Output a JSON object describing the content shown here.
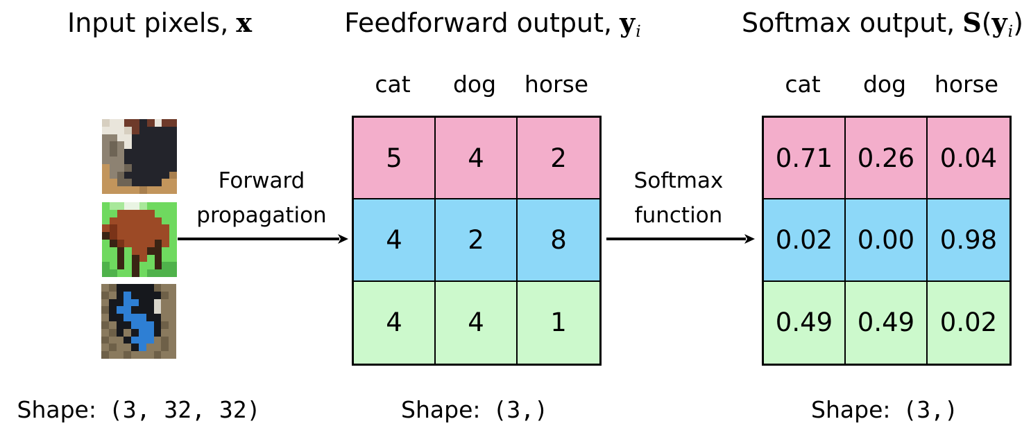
{
  "colors": {
    "row_pink": "#F3AECB",
    "row_blue": "#8DD8F8",
    "row_green": "#CCF9CC",
    "border": "#000000",
    "background": "#FFFFFF"
  },
  "input_panel": {
    "title_text": "Input pixels,",
    "title_math": "x",
    "shape_label": "Shape:",
    "shape_value": "(3, 32, 32)",
    "images": [
      {
        "name": "cat",
        "palette": {
          "l": "#d7cfc0",
          "w": "#e9e5db",
          "r": "#6e3a2a",
          "d": "#23242b",
          "g": "#8d8272",
          "G": "#6e6455",
          "t": "#c2955c",
          "T": "#a87f4e"
        },
        "grid": [
          "lwwrrdrwrr",
          "wwwlrddddd",
          "ggwwdddddd",
          "gGgwdddddd",
          "gGgddddddd",
          "gggddddddd",
          "tggGdddddd",
          "tgGddddddT",
          "ttGGddddtt",
          "tttttTtttt"
        ]
      },
      {
        "name": "horse",
        "palette": {
          "g": "#6fd95f",
          "G": "#4fb24b",
          "e": "#a8e89a",
          "b": "#9c4a26",
          "B": "#7a3318",
          "k": "#3a2414",
          "w": "#e9f4e3"
        },
        "grid": [
          "geewwegggg",
          "ggbbbbbggg",
          "gbbbbbbbgg",
          "bBbbbbbbbg",
          "kBbbbbbbbg",
          "gkBbbbbkbg",
          "ggkgbbkkgg",
          "ggkgkbgkgg",
          "GgkgkggkGG",
          "GGggkgGGGG"
        ]
      },
      {
        "name": "dog",
        "palette": {
          "m": "#8a7a5e",
          "M": "#6e6048",
          "k": "#16181d",
          "b": "#2e7fd4",
          "B": "#1c5fb0",
          "w": "#d9d6cb",
          "o": "#57606a"
        },
        "grid": [
          "mMkkkkkMmm",
          "MmkbkkkkMm",
          "mkkbbkkwmm",
          "Mkbbkkkwmm",
          "mkkbbbkkmm",
          "MmkkbbbkMm",
          "mMkmkbbkmm",
          "MmmkbbbmMm",
          "mMmmkbmmMm",
          "MmmMmmmMmm"
        ]
      }
    ]
  },
  "feedforward_panel": {
    "title_text": "Feedforward output,",
    "title_math": "y",
    "title_sub": "i",
    "column_headers": [
      "cat",
      "dog",
      "horse"
    ],
    "rows": [
      [
        "5",
        "4",
        "2"
      ],
      [
        "4",
        "2",
        "8"
      ],
      [
        "4",
        "4",
        "1"
      ]
    ],
    "shape_label": "Shape:",
    "shape_value": "(3,)"
  },
  "softmax_panel": {
    "title_text": "Softmax output,",
    "title_fn": "S",
    "paren_open": "(",
    "title_math": "y",
    "title_sub": "i",
    "paren_close": ")",
    "column_headers": [
      "cat",
      "dog",
      "horse"
    ],
    "rows": [
      [
        "0.71",
        "0.26",
        "0.04"
      ],
      [
        "0.02",
        "0.00",
        "0.98"
      ],
      [
        "0.49",
        "0.49",
        "0.02"
      ]
    ],
    "shape_label": "Shape:",
    "shape_value": "(3,)"
  },
  "arrows": [
    {
      "line1": "Forward",
      "line2": "propagation"
    },
    {
      "line1": "Softmax",
      "line2": "function"
    }
  ]
}
